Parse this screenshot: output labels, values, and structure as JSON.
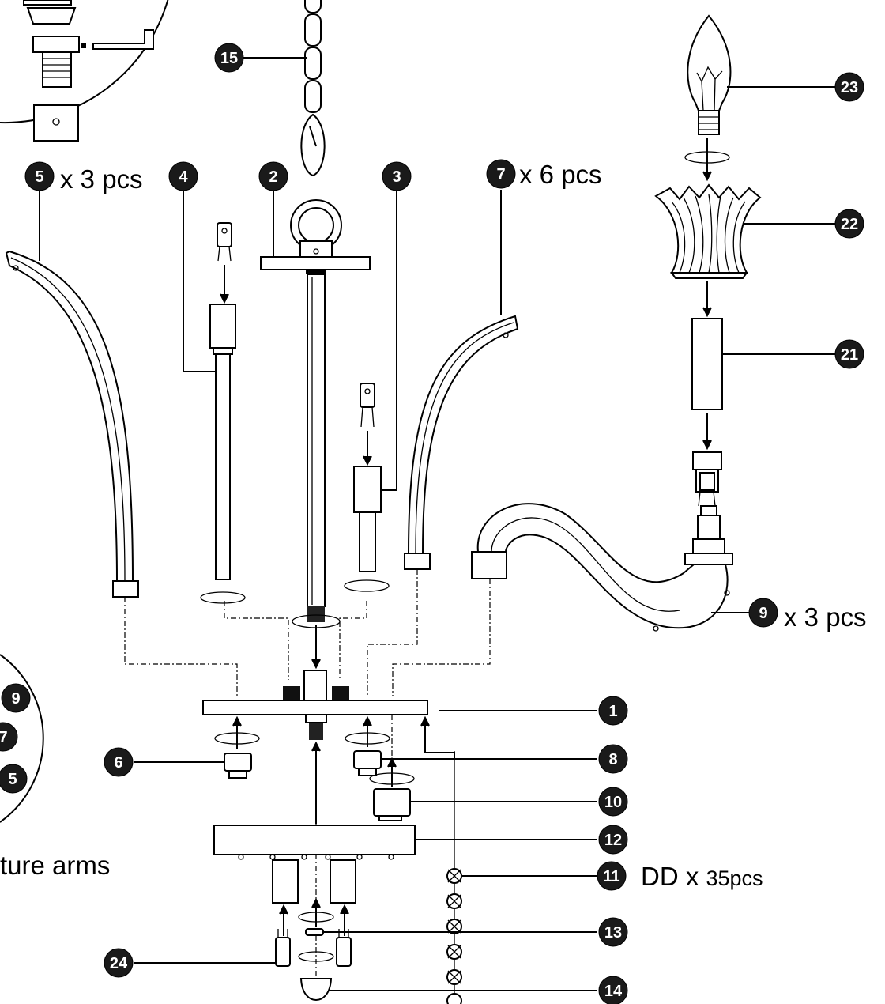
{
  "callouts": [
    {
      "id": "15",
      "text": "15"
    },
    {
      "id": "5",
      "text": "5",
      "qty": "x 3 pcs"
    },
    {
      "id": "4",
      "text": "4"
    },
    {
      "id": "2",
      "text": "2"
    },
    {
      "id": "3",
      "text": "3"
    },
    {
      "id": "7",
      "text": "7",
      "qty": "x 6 pcs"
    },
    {
      "id": "23",
      "text": "23"
    },
    {
      "id": "22",
      "text": "22"
    },
    {
      "id": "21",
      "text": "21"
    },
    {
      "id": "9",
      "text": "9",
      "qty": "x 3 pcs"
    },
    {
      "id": "1",
      "text": "1"
    },
    {
      "id": "6",
      "text": "6"
    },
    {
      "id": "8",
      "text": "8"
    },
    {
      "id": "10",
      "text": "10"
    },
    {
      "id": "12",
      "text": "12"
    },
    {
      "id": "11",
      "text": "11",
      "qty": "DD x ",
      "qty_small": "35pcs"
    },
    {
      "id": "13",
      "text": "13"
    },
    {
      "id": "24",
      "text": "24"
    },
    {
      "id": "14",
      "text": "14"
    }
  ],
  "legend_circle": {
    "badges": [
      "9",
      "7",
      "5"
    ],
    "caption": "ture arms"
  }
}
